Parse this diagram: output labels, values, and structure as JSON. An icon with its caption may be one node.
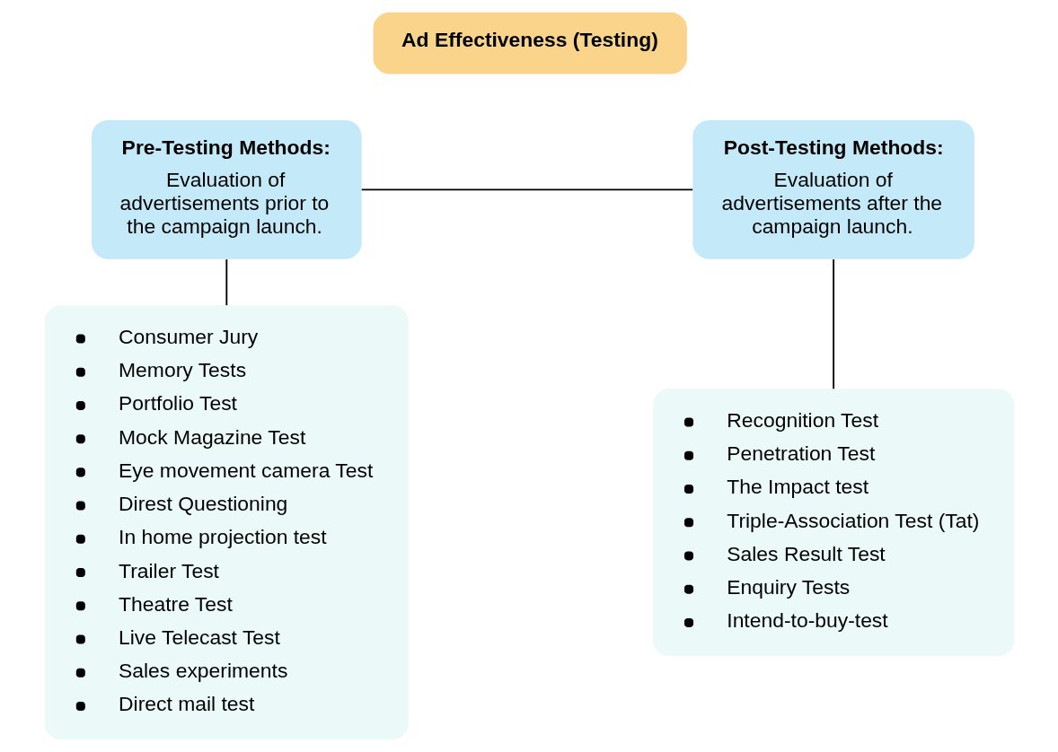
{
  "diagram": {
    "nodes": [
      {
        "text": [
          "Ad Effectiveness (Testing)"
        ]
      },
      {
        "text": [
          "Pre-Testing Methods:",
          "Evaluation of advertisements prior to the campaign launch."
        ]
      },
      {
        "text": [
          "Post-Testing Methods:",
          "Evaluation of advertisements after the campaign launch."
        ]
      },
      {
        "text": [
          "Consumer Jury",
          "Memory Tests",
          "Portfolio Test",
          "Mock Magazine Test",
          "Eye movement camera Test",
          "Direst Questioning",
          "In home projection test",
          "Trailer Test",
          "Theatre Test",
          "Live Telecast Test",
          "Sales experiments",
          "Direct mail test"
        ]
      },
      {
        "text": [
          "Recognition Test",
          "Penetration Test",
          "The Impact test",
          "Triple-Association Test (Tat)",
          "Sales Result Test",
          "Enquiry Tests",
          "Intend-to-buy-test"
        ]
      }
    ],
    "edges": [
      {
        "from": 1,
        "to": 2,
        "arrow": "none"
      },
      {
        "from": 1,
        "to": 3,
        "arrow": "none"
      },
      {
        "from": 2,
        "to": 4,
        "arrow": "none"
      }
    ]
  }
}
